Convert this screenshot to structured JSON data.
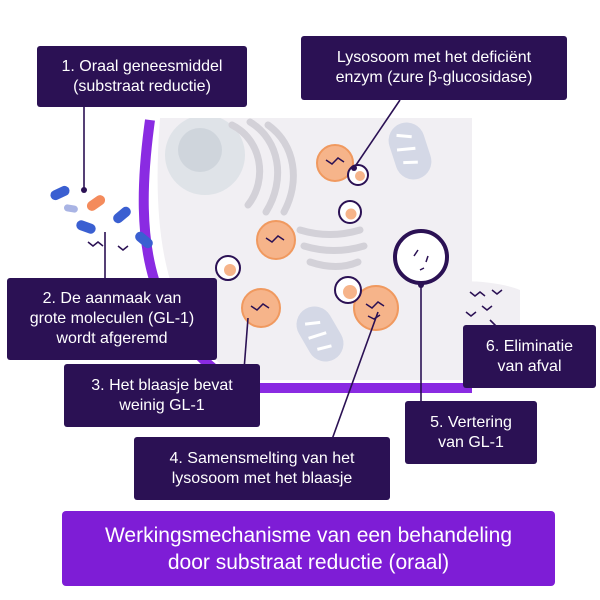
{
  "labels": {
    "step1": "1. Oraal geneesmiddel\n(substraat reductie)",
    "lysosome": "Lysosoom met het deficiënt\nenzym (zure β-glucosidase)",
    "step2": "2. De aanmaak van\ngrote moleculen (GL-1)\nwordt afgeremd",
    "step3": "3. Het blaasje bevat\nweinig GL-1",
    "step4": "4. Samensmelting van het\nlysosoom met het blaasje",
    "step5": "5. Vertering\nvan GL-1",
    "step6": "6. Eliminatie\nvan afval"
  },
  "caption": "Werkingsmechanisme van een behandeling\ndoor substraat reductie (oraal)",
  "colors": {
    "cell_border": "#8a2be2",
    "cell_fill": "#f2f0f4",
    "label_bg": "#2b1154",
    "caption_bg": "#7e1dd6",
    "lysosome": "#f6b48a",
    "pill_blue": "#3a5fd1"
  }
}
